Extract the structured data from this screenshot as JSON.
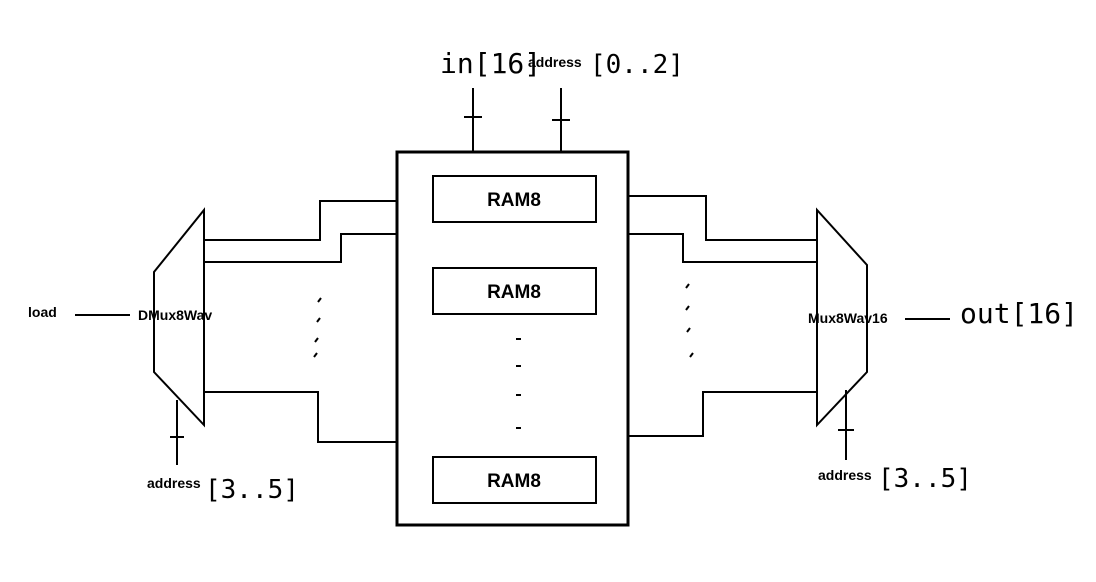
{
  "top_inputs": {
    "in_label": "in[16]",
    "address_label": "address",
    "address_range": "[0..2]"
  },
  "rams": [
    {
      "label": "RAM8"
    },
    {
      "label": "RAM8"
    },
    {
      "label": "RAM8"
    }
  ],
  "dmux": {
    "label": "DMux8Wav",
    "input_label": "load",
    "address_label": "address",
    "address_range": "[3..5]"
  },
  "mux": {
    "label": "Mux8Wav16",
    "output_label": "out[16]",
    "address_label": "address",
    "address_range": "[3..5]"
  }
}
